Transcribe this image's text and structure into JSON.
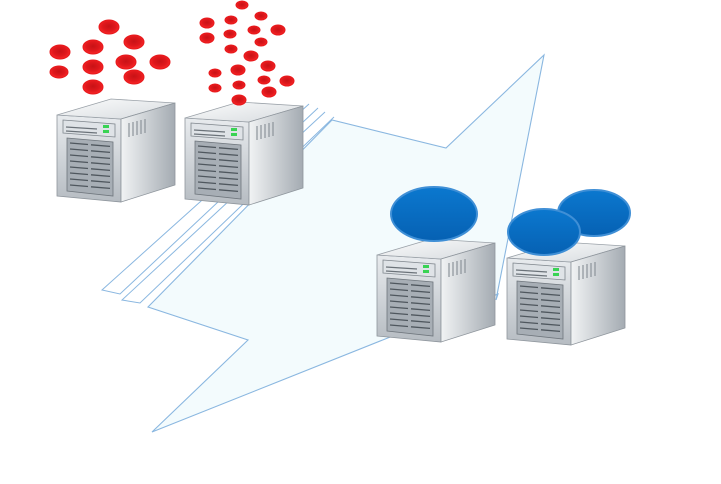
{
  "diagram": {
    "servers": [
      {
        "id": "server-1",
        "group": "source"
      },
      {
        "id": "server-2",
        "group": "source"
      },
      {
        "id": "server-3",
        "group": "destination"
      },
      {
        "id": "server-4",
        "group": "destination"
      }
    ],
    "source_packets": {
      "shape": "small-oval",
      "color": "#e8191c"
    },
    "destination_packets": {
      "shape": "large-oval",
      "color": "#0a6fc4",
      "count": 3
    },
    "connection": {
      "shape": "lightning-bolt",
      "stroke": "#8ab7e0",
      "fill": "#f3fbfd"
    },
    "colors": {
      "server_body_light": "#f4f5f6",
      "server_body_dark": "#9aa1a8",
      "server_front": "#c9ced3",
      "drive_slot": "#586069",
      "led": "#39d353"
    }
  }
}
